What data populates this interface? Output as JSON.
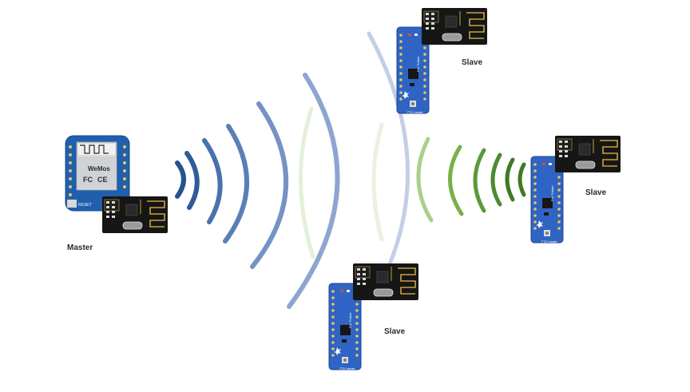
{
  "labels": {
    "master": "Master",
    "slave_top": "Slave",
    "slave_right": "Slave",
    "slave_bottom": "Slave"
  },
  "board_text": {
    "wemos_brand": "WeMos",
    "fcc_mark": "FC",
    "ce_mark": "CE",
    "reset_label": "RESET",
    "pro_trinket": "Pro Trinket",
    "ftdi_header": "FTDI header"
  },
  "colors": {
    "background": "#ffffff",
    "wave_blue_dark": "#26528f",
    "wave_blue_mid": "#5a7fb7",
    "wave_blue_light": "#a9bcdc",
    "wave_green_dark": "#3f7a24",
    "wave_green_mid": "#79b04a",
    "wave_green_light": "#c7e0b0",
    "pcb_blue": "#2f64c4",
    "pcb_black": "#161616",
    "pcb_gold": "#c9a23c"
  },
  "icons": {
    "master_board": "wemos-d1-mini-board-icon",
    "radio_module": "nrf24l01-radio-icon",
    "slave_board": "pro-trinket-board-icon"
  }
}
